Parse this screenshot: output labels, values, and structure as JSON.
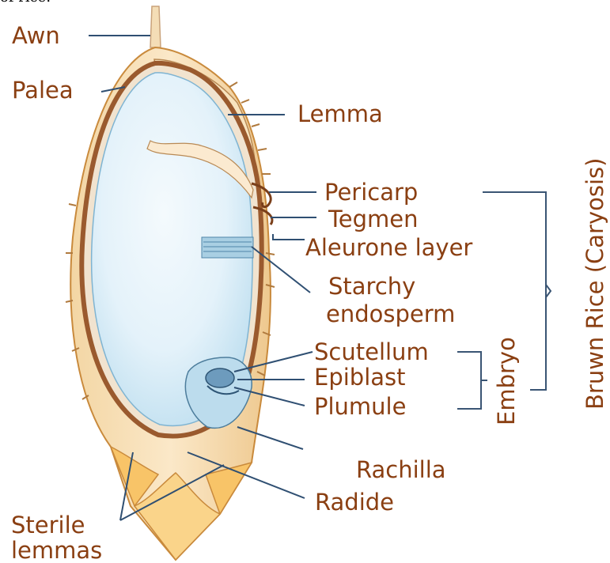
{
  "caption": "of rice.",
  "labels": {
    "awn": "Awn",
    "palea": "Palea",
    "lemma": "Lemma",
    "pericarp": "Pericarp",
    "tegmen": "Tegmen",
    "aleurone": "Aleurone layer",
    "starchy_1": "Starchy",
    "starchy_2": "endosperm",
    "scutellum": "Scutellum",
    "epiblast": "Epiblast",
    "plumule": "Plumule",
    "rachilla": "Rachilla",
    "radicle": "Radide",
    "sterile_1": "Sterile",
    "sterile_2": "lemmas",
    "embryo": "Embryo",
    "brown_rice": "Bruwn Rice (Caryosis)"
  },
  "colors": {
    "label_text": "#8a3f12",
    "leader_line": "#2f4f72",
    "husk_fill": "#f6dcae",
    "husk_edge": "#c98a3c",
    "pericarp_ring": "#9a5a2e",
    "endosperm": "#dceef8",
    "endosperm_light": "#f4fafd",
    "embryo_fill": "#bcdced",
    "sterile_fill": "#f8c468",
    "brace": "#3a5574"
  }
}
